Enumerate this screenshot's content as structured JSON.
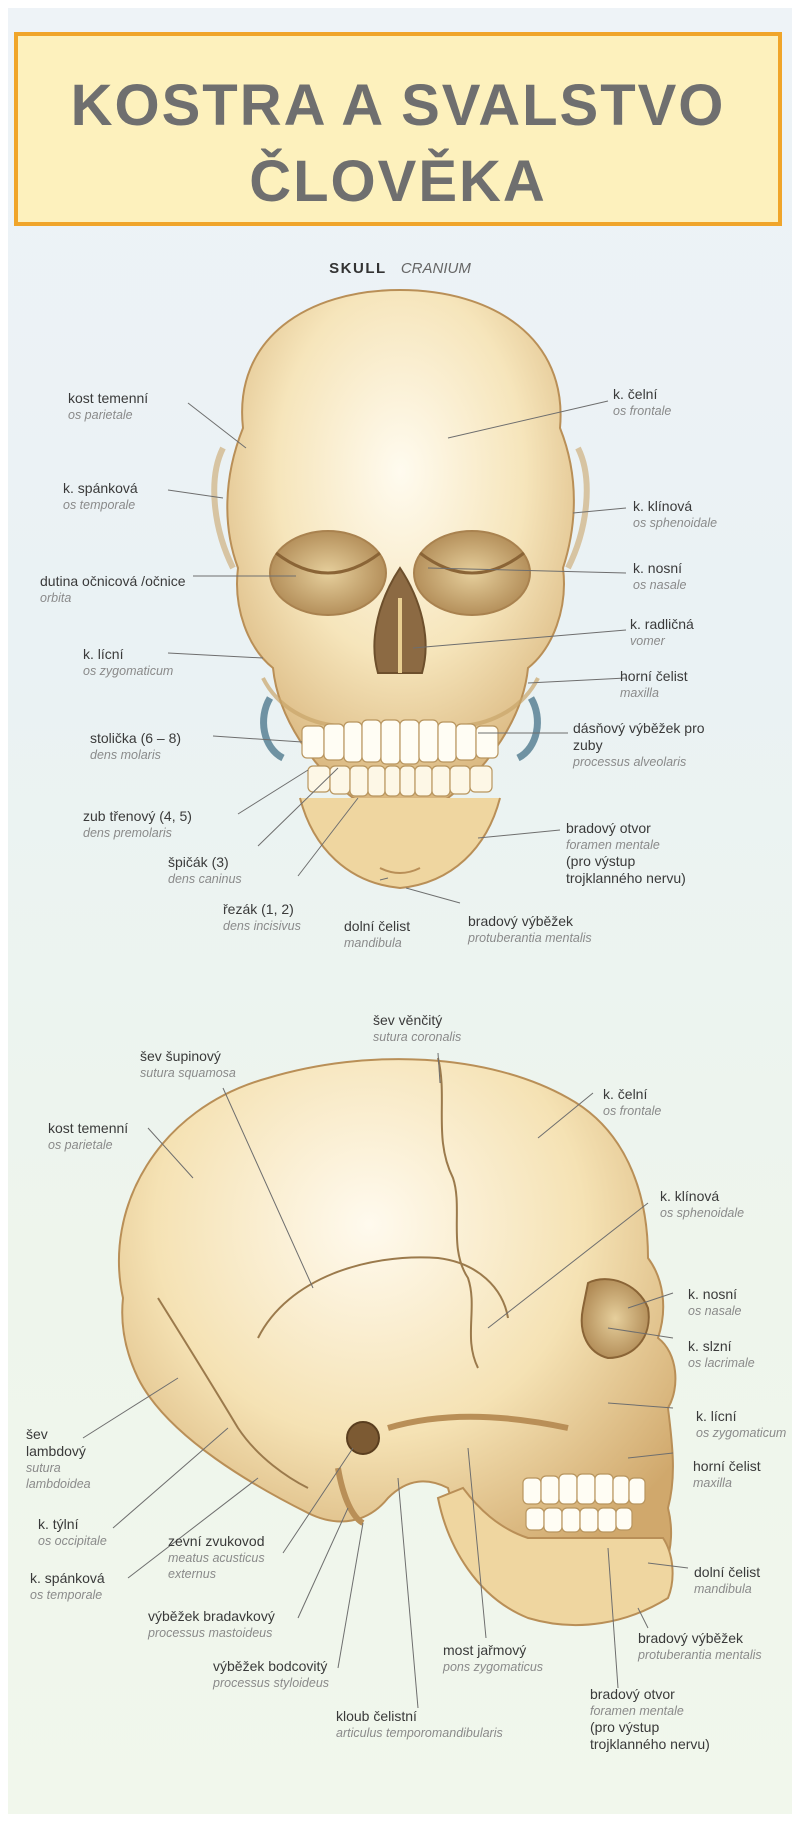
{
  "title": {
    "line1": "KOSTRA A SVALSTVO",
    "line2": "ČLOVĚKA"
  },
  "section": {
    "english": "SKULL",
    "latin": "CRANIUM"
  },
  "colors": {
    "title_border": "#f0a52a",
    "title_fill": "#fdf1bd",
    "bone": "#f3dca8",
    "bone_shade": "#c9a56a"
  },
  "front_labels": {
    "parietal": {
      "cz": "kost temenní",
      "la": "os parietale"
    },
    "temporal": {
      "cz": "k. spánková",
      "la": "os temporale"
    },
    "orbit": {
      "cz": "dutina očnicová /očnice",
      "la": "orbita"
    },
    "zygomatic": {
      "cz": "k. lícní",
      "la": "os zygomaticum"
    },
    "molars": {
      "cz": "stolička (6 – 8)",
      "la": "dens molaris"
    },
    "premolar": {
      "cz": "zub třenový (4, 5)",
      "la": "dens premolaris"
    },
    "canine": {
      "cz": "špičák (3)",
      "la": "dens caninus"
    },
    "incisor": {
      "cz": "řezák (1, 2)",
      "la": "dens incisivus"
    },
    "mandible": {
      "cz": "dolní čelist",
      "la": "mandibula"
    },
    "mental_protuberance": {
      "cz": "bradový výběžek",
      "la": "protuberantia mentalis"
    },
    "frontal": {
      "cz": "k. čelní",
      "la": "os frontale"
    },
    "sphenoid": {
      "cz": "k. klínová",
      "la": "os sphenoidale"
    },
    "nasal": {
      "cz": "k. nosní",
      "la": "os nasale"
    },
    "vomer": {
      "cz": "k. radličná",
      "la": "vomer"
    },
    "maxilla": {
      "cz": "horní čelist",
      "la": "maxilla"
    },
    "alveolar": {
      "cz": "dásňový výběžek pro zuby",
      "la": "processus alveolaris"
    },
    "mental_foramen": {
      "cz": "bradový otvor",
      "la": "foramen mentale",
      "note1": "(pro výstup",
      "note2": "trojklanného nervu)"
    }
  },
  "side_labels": {
    "coronal_suture": {
      "cz": "šev věnčitý",
      "la": "sutura coronalis"
    },
    "squamous_suture": {
      "cz": "šev šupinový",
      "la": "sutura squamosa"
    },
    "parietal": {
      "cz": "kost temenní",
      "la": "os parietale"
    },
    "frontal": {
      "cz": "k. čelní",
      "la": "os frontale"
    },
    "sphenoid": {
      "cz": "k. klínová",
      "la": "os sphenoidale"
    },
    "nasal": {
      "cz": "k. nosní",
      "la": "os nasale"
    },
    "lacrimal": {
      "cz": "k. slzní",
      "la": "os lacrimale"
    },
    "zygomatic": {
      "cz": "k. lícní",
      "la": "os zygomaticum"
    },
    "maxilla": {
      "cz": "horní čelist",
      "la": "maxilla"
    },
    "mandible": {
      "cz": "dolní čelist",
      "la": "mandibula"
    },
    "mental_protuberance": {
      "cz": "bradový výběžek",
      "la": "protuberantia mentalis"
    },
    "mental_foramen": {
      "cz": "bradový otvor",
      "la": "foramen mentale",
      "note1": "(pro výstup",
      "note2": "trojklanného nervu)"
    },
    "lambdoid": {
      "cz1": "šev",
      "cz2": "lambdový",
      "la1": "sutura",
      "la2": "lambdoidea"
    },
    "occipital": {
      "cz": "k. týlní",
      "la": "os occipitale"
    },
    "temporal": {
      "cz": "k. spánková",
      "la": "os temporale"
    },
    "ear_canal": {
      "cz": "zevní zvukovod",
      "la1": "meatus acusticus",
      "la2": "externus"
    },
    "mastoid": {
      "cz": "výběžek bradavkový",
      "la": "processus mastoideus"
    },
    "styloid": {
      "cz": "výběžek bodcovitý",
      "la": "processus styloideus"
    },
    "zygomatic_arch": {
      "cz": "most jařmový",
      "la": "pons zygomaticus"
    },
    "tmj": {
      "cz": "kloub čelistní",
      "la": "articulus temporomandibularis"
    }
  }
}
